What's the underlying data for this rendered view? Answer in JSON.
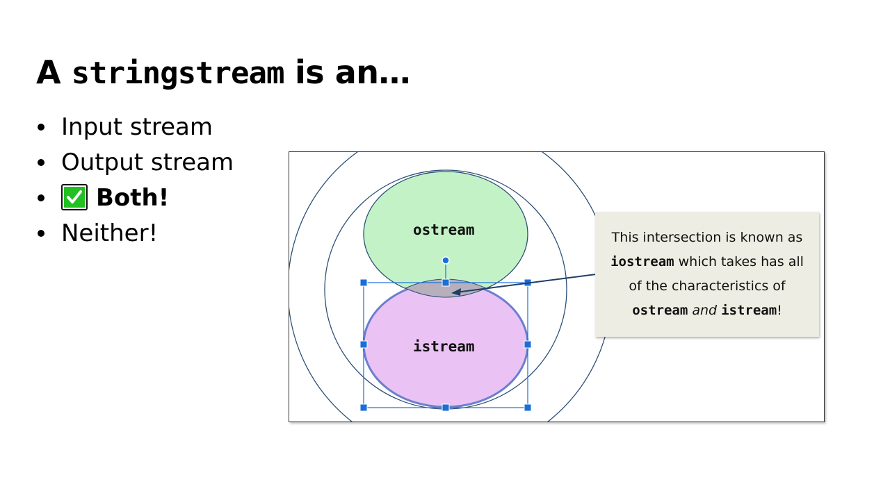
{
  "slide": {
    "title": {
      "prefix": "A ",
      "code": "stringstream",
      "suffix": " is an…"
    },
    "bullets": [
      {
        "text": "Input stream"
      },
      {
        "text": "Output stream"
      },
      {
        "text": "Both!",
        "icon": "check-mark-button-icon"
      },
      {
        "text": "Neither!"
      }
    ]
  },
  "diagram": {
    "ostream_label": "ostream",
    "istream_label": "istream",
    "callout": {
      "line1": "This intersection is known as",
      "term_iostream": "iostream",
      "line2_rest": " which takes has all",
      "line3": "of the characteristics of",
      "term_ostream": "ostream",
      "and_word": "and",
      "term_istream": "istream",
      "end_mark": "!"
    },
    "colors": {
      "ostream_fill": "#c3f2c6",
      "istream_fill": "#eac3f4",
      "intersection_fill": "#b7b0bc",
      "circle_stroke": "#2d4f76",
      "selection": "#1a6ed8",
      "callout_bg": "#edede3",
      "check_green": "#22c022"
    }
  }
}
